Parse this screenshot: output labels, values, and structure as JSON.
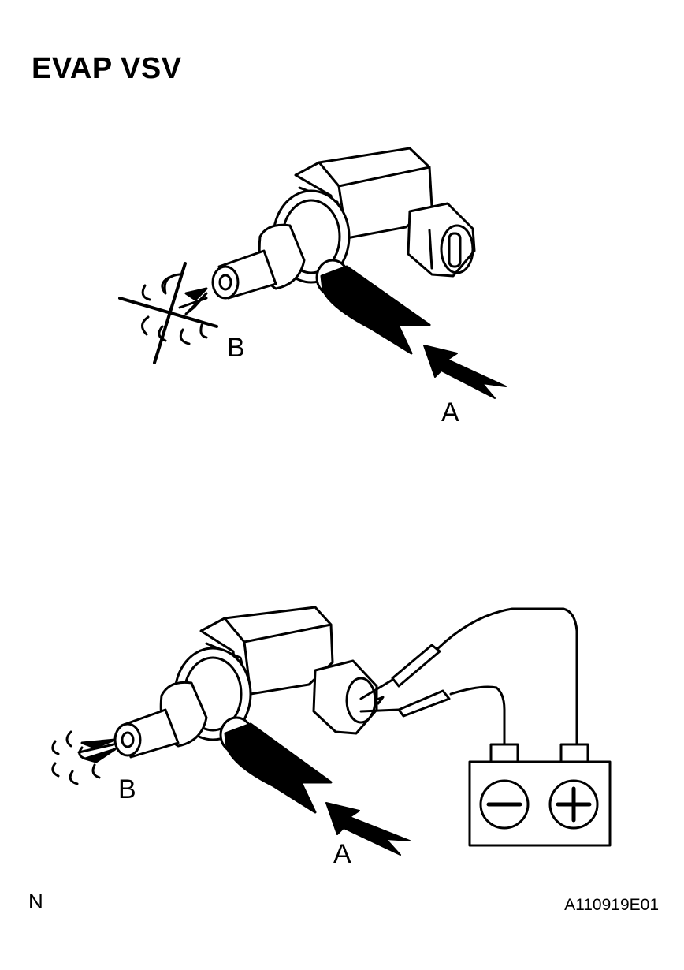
{
  "title": "EVAP VSV",
  "top_diagram": {
    "port_inlet_label": "A",
    "port_outlet_label": "B"
  },
  "bottom_diagram": {
    "port_inlet_label": "A",
    "port_outlet_label": "B",
    "battery": {
      "negative_symbol": "−",
      "positive_symbol": "+"
    }
  },
  "footer": {
    "left_mark": "N",
    "figure_id": "A110919E01"
  }
}
